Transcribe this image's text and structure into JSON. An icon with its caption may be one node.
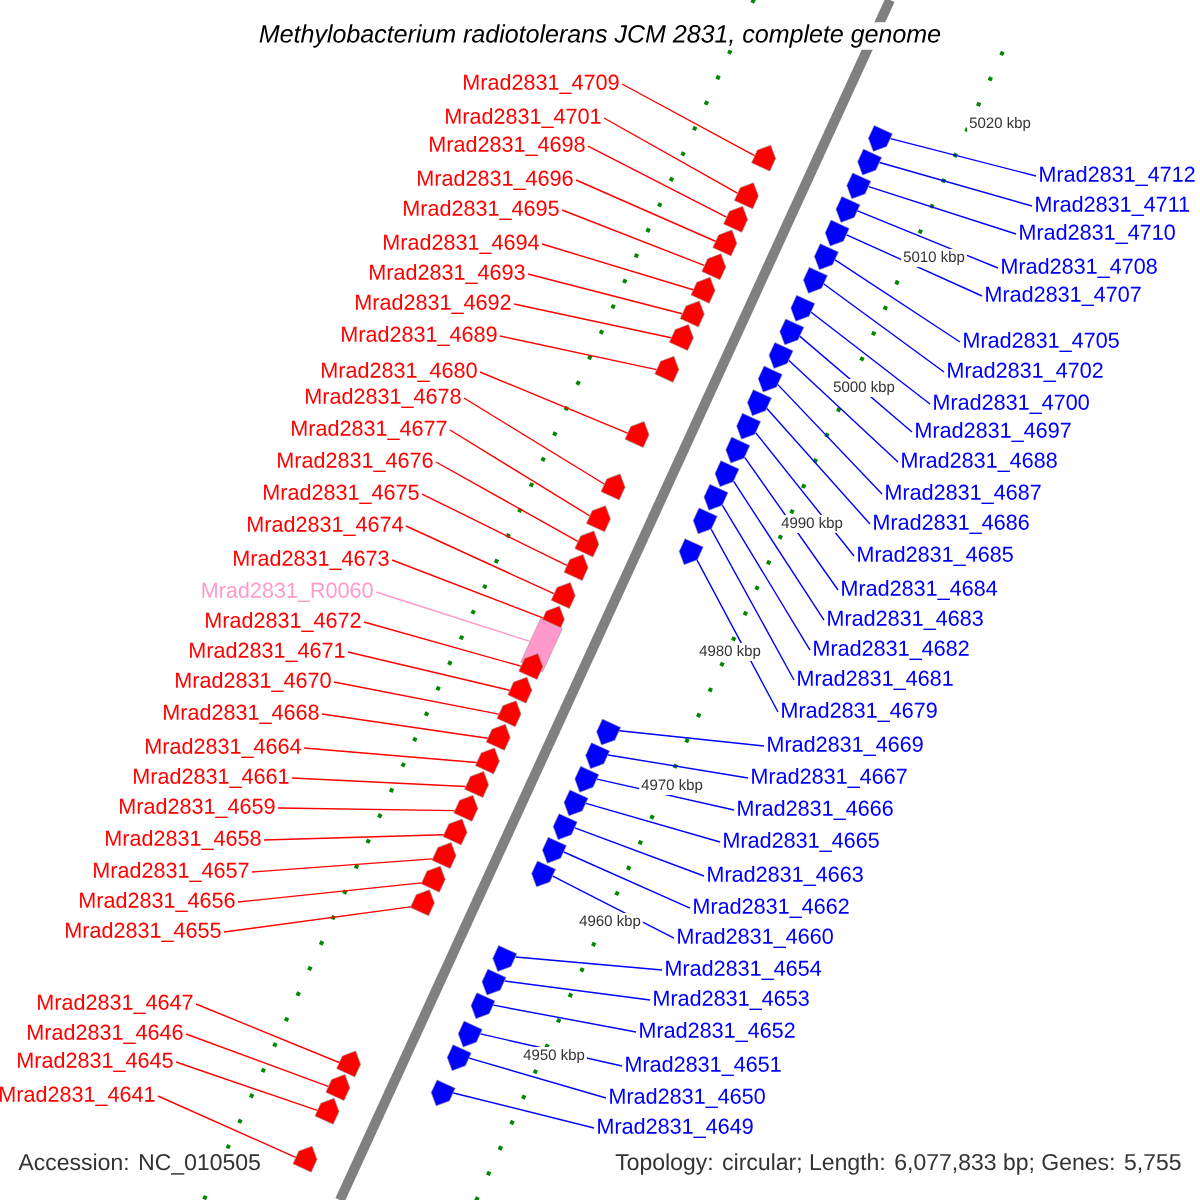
{
  "diagram": {
    "title": "Methylobacterium radiotolerans JCM 2831, complete genome",
    "nodes": [
      {
        "text": [
          "Mrad2831_4709"
        ]
      },
      {
        "text": [
          "Mrad2831_4701"
        ]
      },
      {
        "text": [
          "Mrad2831_4698"
        ]
      },
      {
        "text": [
          "Mrad2831_4696"
        ]
      },
      {
        "text": [
          "Mrad2831_4695"
        ]
      },
      {
        "text": [
          "Mrad2831_4694"
        ]
      },
      {
        "text": [
          "Mrad2831_4693"
        ]
      },
      {
        "text": [
          "Mrad2831_4692"
        ]
      },
      {
        "text": [
          "Mrad2831_4689"
        ]
      },
      {
        "text": [
          "Mrad2831_4680"
        ]
      },
      {
        "text": [
          "Mrad2831_4678"
        ]
      },
      {
        "text": [
          "Mrad2831_4677"
        ]
      },
      {
        "text": [
          "Mrad2831_4676"
        ]
      },
      {
        "text": [
          "Mrad2831_4675"
        ]
      },
      {
        "text": [
          "Mrad2831_4674"
        ]
      },
      {
        "text": [
          "Mrad2831_4673"
        ]
      },
      {
        "text": [
          "Mrad2831_R0060"
        ]
      },
      {
        "text": [
          "Mrad2831_4672"
        ]
      },
      {
        "text": [
          "Mrad2831_4671"
        ]
      },
      {
        "text": [
          "Mrad2831_4670"
        ]
      },
      {
        "text": [
          "Mrad2831_4668"
        ]
      },
      {
        "text": [
          "Mrad2831_4664"
        ]
      },
      {
        "text": [
          "Mrad2831_4661"
        ]
      },
      {
        "text": [
          "Mrad2831_4659"
        ]
      },
      {
        "text": [
          "Mrad2831_4658"
        ]
      },
      {
        "text": [
          "Mrad2831_4657"
        ]
      },
      {
        "text": [
          "Mrad2831_4656"
        ]
      },
      {
        "text": [
          "Mrad2831_4655"
        ]
      },
      {
        "text": [
          "Mrad2831_4647"
        ]
      },
      {
        "text": [
          "Mrad2831_4646"
        ]
      },
      {
        "text": [
          "Mrad2831_4645"
        ]
      },
      {
        "text": [
          "Mrad2831_4641"
        ]
      },
      {
        "text": [
          "Mrad2831_4712"
        ]
      },
      {
        "text": [
          "Mrad2831_4711"
        ]
      },
      {
        "text": [
          "Mrad2831_4710"
        ]
      },
      {
        "text": [
          "Mrad2831_4708"
        ]
      },
      {
        "text": [
          "Mrad2831_4707"
        ]
      },
      {
        "text": [
          "Mrad2831_4705"
        ]
      },
      {
        "text": [
          "Mrad2831_4702"
        ]
      },
      {
        "text": [
          "Mrad2831_4700"
        ]
      },
      {
        "text": [
          "Mrad2831_4697"
        ]
      },
      {
        "text": [
          "Mrad2831_4688"
        ]
      },
      {
        "text": [
          "Mrad2831_4687"
        ]
      },
      {
        "text": [
          "Mrad2831_4686"
        ]
      },
      {
        "text": [
          "Mrad2831_4685"
        ]
      },
      {
        "text": [
          "Mrad2831_4684"
        ]
      },
      {
        "text": [
          "Mrad2831_4683"
        ]
      },
      {
        "text": [
          "Mrad2831_4682"
        ]
      },
      {
        "text": [
          "Mrad2831_4681"
        ]
      },
      {
        "text": [
          "Mrad2831_4679"
        ]
      },
      {
        "text": [
          "Mrad2831_4669"
        ]
      },
      {
        "text": [
          "Mrad2831_4667"
        ]
      },
      {
        "text": [
          "Mrad2831_4666"
        ]
      },
      {
        "text": [
          "Mrad2831_4665"
        ]
      },
      {
        "text": [
          "Mrad2831_4663"
        ]
      },
      {
        "text": [
          "Mrad2831_4662"
        ]
      },
      {
        "text": [
          "Mrad2831_4660"
        ]
      },
      {
        "text": [
          "Mrad2831_4654"
        ]
      },
      {
        "text": [
          "Mrad2831_4653"
        ]
      },
      {
        "text": [
          "Mrad2831_4652"
        ]
      },
      {
        "text": [
          "Mrad2831_4651"
        ]
      },
      {
        "text": [
          "Mrad2831_4650"
        ]
      },
      {
        "text": [
          "Mrad2831_4649"
        ]
      },
      {
        "text": [],
        "shape": "bar"
      },
      {
        "text": [],
        "shape": "bar"
      },
      {
        "text": [],
        "shape": "bar"
      },
      {
        "text": [],
        "shape": "bar"
      },
      {
        "text": [],
        "shape": "bar"
      },
      {
        "text": [],
        "shape": "bar"
      },
      {
        "text": [],
        "shape": "bar"
      },
      {
        "text": [],
        "shape": "bar"
      },
      {
        "text": [],
        "shape": "bar"
      },
      {
        "text": [],
        "shape": "bar"
      },
      {
        "text": [],
        "shape": "bar"
      },
      {
        "text": [],
        "shape": "bar"
      },
      {
        "text": [],
        "shape": "bar"
      },
      {
        "text": [],
        "shape": "bar"
      },
      {
        "text": [],
        "shape": "bar"
      },
      {
        "text": [],
        "shape": "bar"
      },
      {
        "text": [],
        "shape": "box"
      },
      {
        "text": [],
        "shape": "bar"
      },
      {
        "text": [],
        "shape": "bar"
      },
      {
        "text": [],
        "shape": "bar"
      },
      {
        "text": [],
        "shape": "bar"
      },
      {
        "text": [],
        "shape": "bar"
      },
      {
        "text": [],
        "shape": "bar"
      },
      {
        "text": [],
        "shape": "bar"
      },
      {
        "text": [],
        "shape": "bar"
      },
      {
        "text": [],
        "shape": "bar"
      },
      {
        "text": [],
        "shape": "bar"
      },
      {
        "text": [],
        "shape": "bar"
      },
      {
        "text": [],
        "shape": "bar"
      },
      {
        "text": [],
        "shape": "bar"
      },
      {
        "text": [],
        "shape": "bar"
      },
      {
        "text": [],
        "shape": "bar"
      },
      {
        "text": [],
        "shape": "bar"
      },
      {
        "text": [],
        "shape": "bar"
      },
      {
        "text": [],
        "shape": "bar"
      },
      {
        "text": [],
        "shape": "bar"
      },
      {
        "text": [],
        "shape": "bar"
      },
      {
        "text": [],
        "shape": "bar"
      },
      {
        "text": [],
        "shape": "bar"
      },
      {
        "text": [],
        "shape": "bar"
      },
      {
        "text": [],
        "shape": "bar"
      },
      {
        "text": [],
        "shape": "bar"
      },
      {
        "text": [],
        "shape": "bar"
      },
      {
        "text": [],
        "shape": "bar"
      },
      {
        "text": [],
        "shape": "bar"
      },
      {
        "text": [],
        "shape": "bar"
      },
      {
        "text": [],
        "shape": "bar"
      },
      {
        "text": [],
        "shape": "bar"
      },
      {
        "text": [],
        "shape": "bar"
      },
      {
        "text": [],
        "shape": "bar"
      },
      {
        "text": [],
        "shape": "bar"
      },
      {
        "text": [],
        "shape": "bar"
      },
      {
        "text": [],
        "shape": "bar"
      },
      {
        "text": [],
        "shape": "bar"
      },
      {
        "text": [],
        "shape": "bar"
      },
      {
        "text": [],
        "shape": "bar"
      },
      {
        "text": [],
        "shape": "bar"
      },
      {
        "text": [],
        "shape": "bar"
      },
      {
        "text": [],
        "shape": "bar"
      },
      {
        "text": [],
        "shape": "bar"
      },
      {
        "text": [],
        "shape": "bar"
      },
      {
        "text": [],
        "shape": "bar"
      },
      {
        "text": [],
        "shape": "bar"
      }
    ],
    "edges": [
      {
        "from": 0,
        "to": 63,
        "arrow": "none"
      },
      {
        "from": 1,
        "to": 64,
        "arrow": "none"
      },
      {
        "from": 2,
        "to": 65,
        "arrow": "none"
      },
      {
        "from": 3,
        "to": 66,
        "arrow": "none"
      },
      {
        "from": 4,
        "to": 67,
        "arrow": "none"
      },
      {
        "from": 5,
        "to": 68,
        "arrow": "none"
      },
      {
        "from": 6,
        "to": 69,
        "arrow": "none"
      },
      {
        "from": 7,
        "to": 70,
        "arrow": "none"
      },
      {
        "from": 8,
        "to": 71,
        "arrow": "none"
      },
      {
        "from": 9,
        "to": 72,
        "arrow": "none"
      },
      {
        "from": 10,
        "to": 73,
        "arrow": "none"
      },
      {
        "from": 11,
        "to": 74,
        "arrow": "none"
      },
      {
        "from": 12,
        "to": 75,
        "arrow": "none"
      },
      {
        "from": 13,
        "to": 76,
        "arrow": "none"
      },
      {
        "from": 14,
        "to": 77,
        "arrow": "none"
      },
      {
        "from": 15,
        "to": 78,
        "arrow": "none"
      },
      {
        "from": 16,
        "to": 79,
        "arrow": "none",
        "color": "#ff99cc"
      },
      {
        "from": 17,
        "to": 80,
        "arrow": "none"
      },
      {
        "from": 18,
        "to": 81,
        "arrow": "none"
      },
      {
        "from": 19,
        "to": 82,
        "arrow": "none"
      },
      {
        "from": 20,
        "to": 83,
        "arrow": "none"
      },
      {
        "from": 21,
        "to": 84,
        "arrow": "none"
      },
      {
        "from": 22,
        "to": 85,
        "arrow": "none"
      },
      {
        "from": 23,
        "to": 86,
        "arrow": "none"
      },
      {
        "from": 24,
        "to": 87,
        "arrow": "none"
      },
      {
        "from": 25,
        "to": 88,
        "arrow": "none"
      },
      {
        "from": 26,
        "to": 89,
        "arrow": "none"
      },
      {
        "from": 27,
        "to": 90,
        "arrow": "none"
      },
      {
        "from": 28,
        "to": 91,
        "arrow": "none"
      },
      {
        "from": 29,
        "to": 92,
        "arrow": "none"
      },
      {
        "from": 30,
        "to": 93,
        "arrow": "none"
      },
      {
        "from": 31,
        "to": 94,
        "arrow": "none"
      },
      {
        "from": 32,
        "to": 95,
        "arrow": "none",
        "color": "#0000ff"
      },
      {
        "from": 33,
        "to": 96,
        "arrow": "none",
        "color": "#0000ff"
      },
      {
        "from": 34,
        "to": 97,
        "arrow": "none",
        "color": "#0000ff"
      },
      {
        "from": 35,
        "to": 98,
        "arrow": "none",
        "color": "#0000ff"
      },
      {
        "from": 36,
        "to": 99,
        "arrow": "none",
        "color": "#0000ff"
      },
      {
        "from": 37,
        "to": 100,
        "arrow": "none",
        "color": "#0000ff"
      },
      {
        "from": 38,
        "to": 101,
        "arrow": "none",
        "color": "#0000ff"
      },
      {
        "from": 39,
        "to": 102,
        "arrow": "none",
        "color": "#0000ff"
      },
      {
        "from": 40,
        "to": 103,
        "arrow": "none",
        "color": "#0000ff"
      },
      {
        "from": 41,
        "to": 104,
        "arrow": "none",
        "color": "#0000ff"
      },
      {
        "from": 42,
        "to": 105,
        "arrow": "none",
        "color": "#0000ff"
      },
      {
        "from": 43,
        "to": 106,
        "arrow": "none",
        "color": "#0000ff"
      },
      {
        "from": 44,
        "to": 107,
        "arrow": "none",
        "color": "#0000ff"
      },
      {
        "from": 45,
        "to": 108,
        "arrow": "none",
        "color": "#0000ff"
      },
      {
        "from": 46,
        "to": 109,
        "arrow": "none",
        "color": "#0000ff"
      },
      {
        "from": 47,
        "to": 110,
        "arrow": "none",
        "color": "#0000ff"
      },
      {
        "from": 48,
        "to": 111,
        "arrow": "none",
        "color": "#0000ff"
      },
      {
        "from": 49,
        "to": 112,
        "arrow": "none",
        "color": "#0000ff"
      },
      {
        "from": 50,
        "to": 113,
        "arrow": "none",
        "color": "#0000ff"
      },
      {
        "from": 51,
        "to": 114,
        "arrow": "none",
        "color": "#0000ff"
      },
      {
        "from": 52,
        "to": 115,
        "arrow": "none",
        "color": "#0000ff"
      },
      {
        "from": 53,
        "to": 116,
        "arrow": "none",
        "color": "#0000ff"
      },
      {
        "from": 54,
        "to": 117,
        "arrow": "none",
        "color": "#0000ff"
      },
      {
        "from": 55,
        "to": 118,
        "arrow": "none",
        "color": "#0000ff"
      },
      {
        "from": 56,
        "to": 119,
        "arrow": "none",
        "color": "#0000ff"
      },
      {
        "from": 57,
        "to": 120,
        "arrow": "none",
        "color": "#0000ff"
      },
      {
        "from": 58,
        "to": 121,
        "arrow": "none",
        "color": "#0000ff"
      },
      {
        "from": 59,
        "to": 122,
        "arrow": "none",
        "color": "#0000ff"
      },
      {
        "from": 60,
        "to": 123,
        "arrow": "none",
        "color": "#0000ff"
      },
      {
        "from": 61,
        "to": 124,
        "arrow": "none",
        "color": "#0000ff"
      },
      {
        "from": 62,
        "to": 125,
        "arrow": "none",
        "color": "#0000ff"
      }
    ],
    "labels": [
      "5020 kbp",
      "5010 kbp",
      "5000 kbp",
      "4990 kbp",
      "4980 kbp",
      "4970 kbp",
      "4960 kbp",
      "4950 kbp",
      "Accession: NC_010505",
      "Topology: circular; Length: 6,077,833 bp; Genes: 5,755"
    ]
  }
}
